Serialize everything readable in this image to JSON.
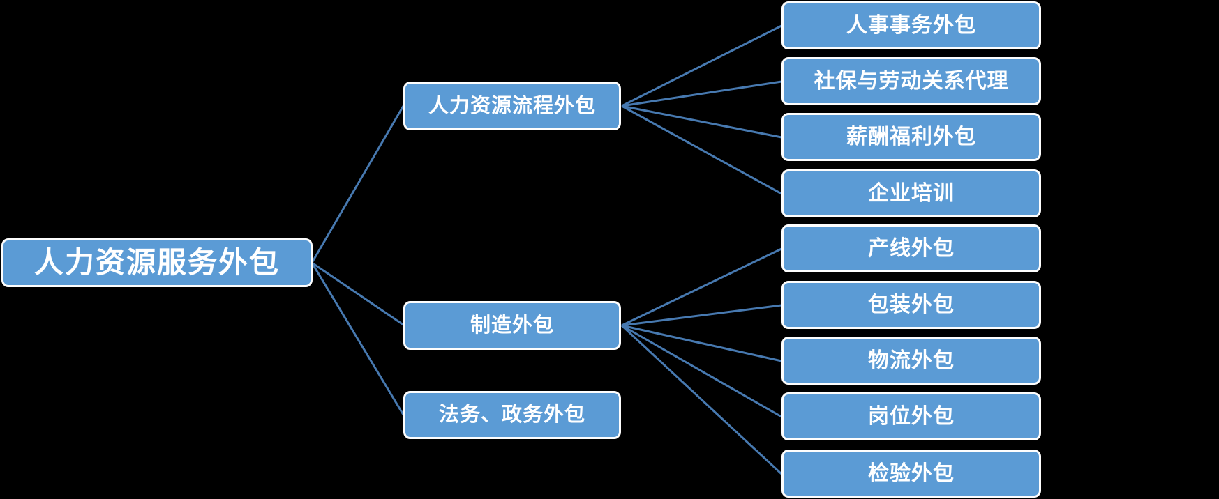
{
  "diagram": {
    "title": "人力资源服务外包",
    "root": {
      "label": "人力资源服务外包"
    },
    "branches": [
      {
        "id": "hr-process-outsourcing",
        "label": "人力资源流程外包",
        "children": [
          "人事事务外包",
          "社保与劳动关系代理",
          "薪酬福利外包",
          "企业培训"
        ]
      },
      {
        "id": "manufacturing-outsourcing",
        "label": "制造外包",
        "children": [
          "产线外包",
          "包装外包",
          "物流外包",
          "岗位外包",
          "检验外包"
        ]
      },
      {
        "id": "legal-government-outsourcing",
        "label": "法务、政务外包",
        "children": []
      }
    ],
    "colors": {
      "background": "#000000",
      "node_fill": "#5B9BD5",
      "node_border": "#FDFDFD",
      "node_text": "#FFFFFF",
      "connector": "#4779B0"
    }
  }
}
